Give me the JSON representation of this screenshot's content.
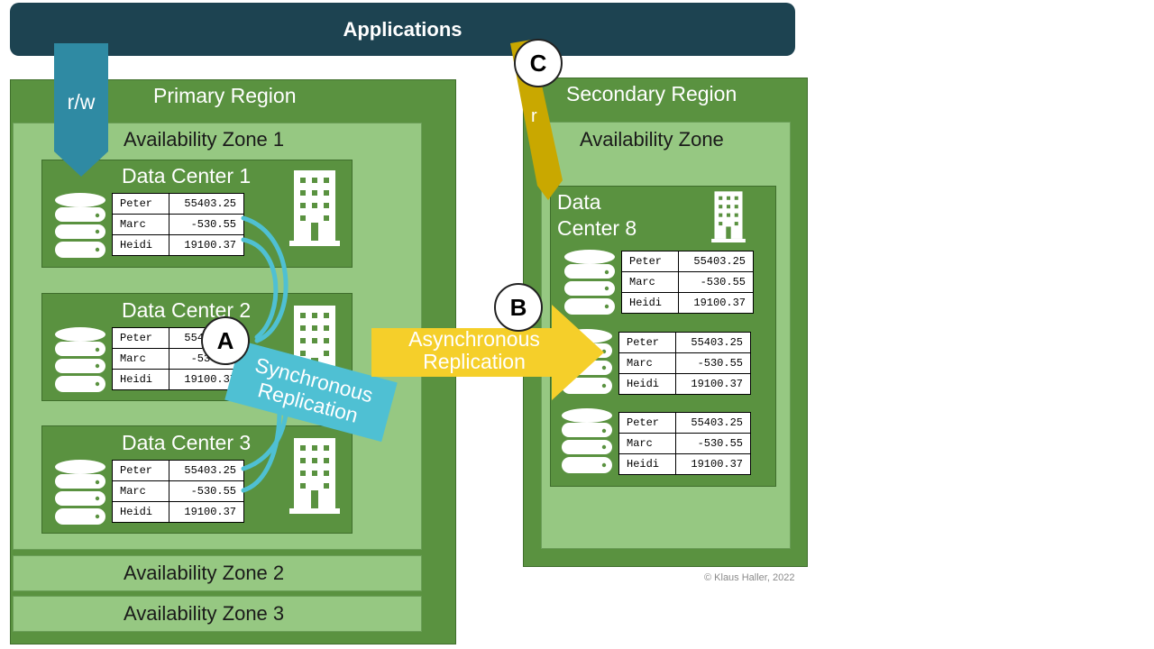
{
  "header": {
    "applications": "Applications"
  },
  "arrows": {
    "rw": "r/w",
    "r": "r"
  },
  "primary": {
    "region_title": "Primary Region",
    "az1_title": "Availability Zone 1",
    "az2_title": "Availability Zone 2",
    "az3_title": "Availability Zone 3",
    "dc1_title": "Data Center 1",
    "dc2_title": "Data Center 2",
    "dc3_title": "Data Center 3"
  },
  "secondary": {
    "region_title": "Secondary Region",
    "az_title": "Availability Zone",
    "dc8_title_line1": "Data",
    "dc8_title_line2": "Center 8"
  },
  "rows": [
    {
      "name": "Peter",
      "value": "55403.25"
    },
    {
      "name": "Marc",
      "value": "-530.55"
    },
    {
      "name": "Heidi",
      "value": "19100.37"
    }
  ],
  "markers": {
    "a": "A",
    "b": "B",
    "c": "C"
  },
  "sync": {
    "line1": "Synchronous",
    "line2": "Replication"
  },
  "async": {
    "line1": "Asynchronous",
    "line2": "Replication"
  },
  "copyright": "© Klaus Haller, 2022",
  "colors": {
    "apps_bar": "#1d4351",
    "region_green": "#5a9240",
    "zone_green": "#96c882",
    "rw_arrow": "#2f8aa3",
    "read_arrow": "#c9a800",
    "sync_cyan": "#4fc0d3",
    "async_yellow": "#f5cf2a"
  },
  "icons": [
    "database-icon",
    "building-icon"
  ]
}
